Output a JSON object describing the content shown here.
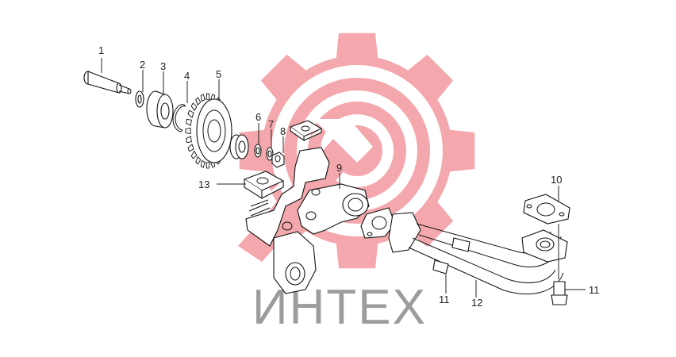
{
  "watermark": {
    "text": "ИНТЕХ",
    "gear_color": "#f4a3a8",
    "text_color": "#9c9c9c"
  },
  "callouts": [
    {
      "id": "1",
      "label": "1"
    },
    {
      "id": "2",
      "label": "2"
    },
    {
      "id": "3",
      "label": "3"
    },
    {
      "id": "4",
      "label": "4"
    },
    {
      "id": "5",
      "label": "5"
    },
    {
      "id": "6",
      "label": "6"
    },
    {
      "id": "7",
      "label": "7"
    },
    {
      "id": "8",
      "label": "8"
    },
    {
      "id": "9",
      "label": "9"
    },
    {
      "id": "10",
      "label": "10"
    },
    {
      "id": "11a",
      "label": "11"
    },
    {
      "id": "11b",
      "label": "11"
    },
    {
      "id": "12",
      "label": "12"
    },
    {
      "id": "13",
      "label": "13"
    }
  ]
}
